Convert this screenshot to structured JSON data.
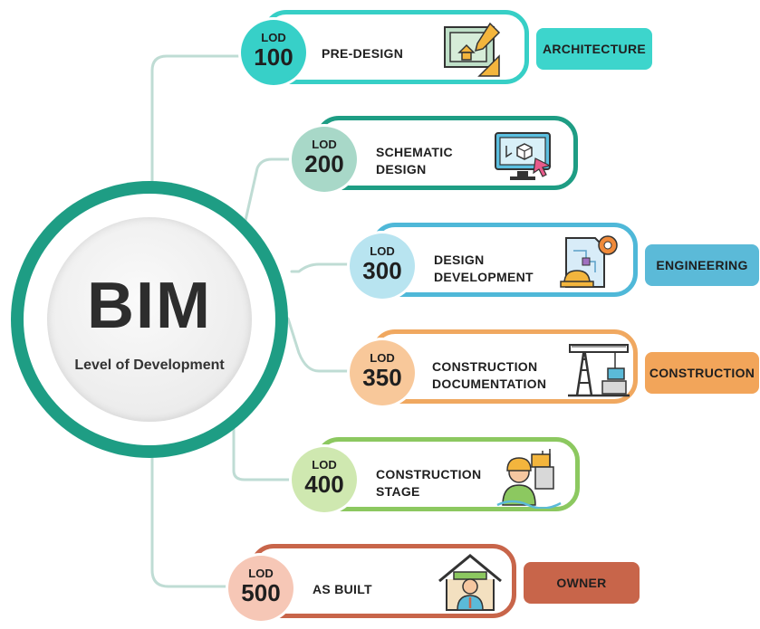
{
  "hub": {
    "title": "BIM",
    "subtitle": "Level of Development"
  },
  "levels": [
    {
      "lod": "LOD",
      "number": "100",
      "label": "PRE-DESIGN",
      "icon": "blueprint-icon",
      "color": "#2fc9c3",
      "badge": "#37d0c8"
    },
    {
      "lod": "LOD",
      "number": "200",
      "label": "SCHEMATIC\nDESIGN",
      "icon": "monitor-cube-icon",
      "color": "#1e9d84",
      "badge": "#a8d8c8"
    },
    {
      "lod": "LOD",
      "number": "300",
      "label": "DESIGN\nDEVELOPMENT",
      "icon": "document-gear-icon",
      "color": "#4fb8d8",
      "badge": "#b8e4f0"
    },
    {
      "lod": "LOD",
      "number": "350",
      "label": "CONSTRUCTION\nDOCUMENTATION",
      "icon": "crane-icon",
      "color": "#f0a860",
      "badge": "#f8c89a"
    },
    {
      "lod": "LOD",
      "number": "400",
      "label": "CONSTRUCTION\nSTAGE",
      "icon": "worker-site-icon",
      "color": "#8cc860",
      "badge": "#cfe8b0"
    },
    {
      "lod": "LOD",
      "number": "500",
      "label": "AS BUILT",
      "icon": "house-owner-icon",
      "color": "#c8654a",
      "badge": "#f6c7b6"
    }
  ],
  "tags": [
    {
      "label": "ARCHITECTURE",
      "color": "#3dd5cc"
    },
    {
      "label": "ENGINEERING",
      "color": "#5bbad8"
    },
    {
      "label": "CONSTRUCTION",
      "color": "#f2a55a"
    },
    {
      "label": "OWNER",
      "color": "#c8654a"
    }
  ]
}
